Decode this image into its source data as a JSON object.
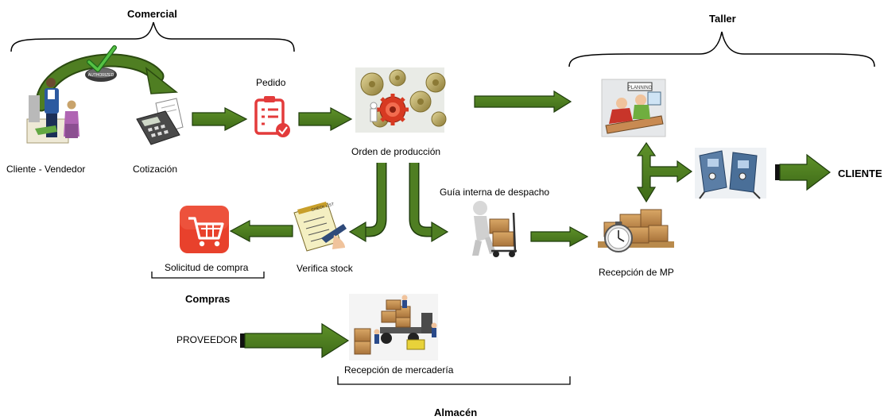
{
  "groups": {
    "comercial": "Comercial",
    "taller": "Taller",
    "compras": "Compras",
    "almacen": "Almacén"
  },
  "nodes": {
    "cliente_vendedor": "Cliente - Vendedor",
    "cotizacion": "Cotización",
    "pedido": "Pedido",
    "orden_produccion": "Orden de producción",
    "guia_despacho": "Guía interna de despacho",
    "recepcion_mp": "Recepción de MP",
    "verifica_stock": "Verifica stock",
    "solicitud_compra": "Solicitud de compra",
    "proveedor": "PROVEEDOR",
    "recepcion_mercaderia": "Recepción de mercadería",
    "cliente": "CLIENTE"
  },
  "image_text": {
    "authorize_seal": "AUTHORIZED",
    "check_list": "CHECK LIST",
    "planning_sign": "PLANNING"
  },
  "colors": {
    "arrow_fill": "#4f7e22",
    "arrow_stroke": "#1f3d0c",
    "brace": "#000000",
    "cart_red": "#e8412c",
    "gear_gold": "#b9a659",
    "gear_red": "#d73a22"
  },
  "icons": {
    "cliente_vendedor": "people-counter-icon",
    "cotizacion": "calculator-icon",
    "pedido": "clipboard-check-icon",
    "orden_produccion": "gears-icon",
    "guia_despacho": "hand-truck-icon",
    "recepcion_mp": "boxes-stopwatch-icon",
    "verifica_stock": "checklist-icon",
    "solicitud_compra": "shopping-cart-icon",
    "recepcion_mercaderia": "forklift-cargo-icon",
    "taller_planning": "planning-desk-icon",
    "taller_machines": "machines-icon"
  }
}
